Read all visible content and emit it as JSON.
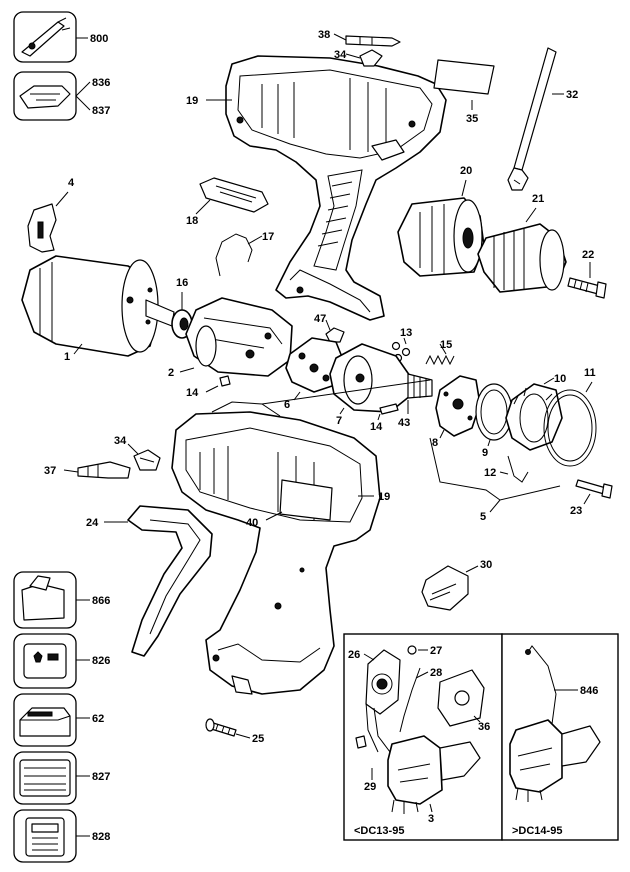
{
  "labels": {
    "p800": "800",
    "p836": "836",
    "p837": "837",
    "p38": "38",
    "p34a": "34",
    "p19a": "19",
    "p35": "35",
    "p32": "32",
    "p4": "4",
    "p18": "18",
    "p17": "17",
    "p20": "20",
    "p21": "21",
    "p22": "22",
    "p16": "16",
    "p1": "1",
    "p2": "2",
    "p14a": "14",
    "p47": "47",
    "p13": "13",
    "p15": "15",
    "p6": "6",
    "p7": "7",
    "p14b": "14",
    "p43": "43",
    "p8": "8",
    "p9": "9",
    "p10": "10",
    "p11": "11",
    "p34b": "34",
    "p37": "37",
    "p12": "12",
    "p19b": "19",
    "p40": "40",
    "p23": "23",
    "p5": "5",
    "p24": "24",
    "p30": "30",
    "p866": "866",
    "p826": "826",
    "p62": "62",
    "p827": "827",
    "p828": "828",
    "p25": "25",
    "p26": "26",
    "p27": "27",
    "p28": "28",
    "p36": "36",
    "p29": "29",
    "p3": "3",
    "p846": "846"
  },
  "inset_captions": {
    "left": "<DC13-95",
    "right": ">DC14-95"
  }
}
